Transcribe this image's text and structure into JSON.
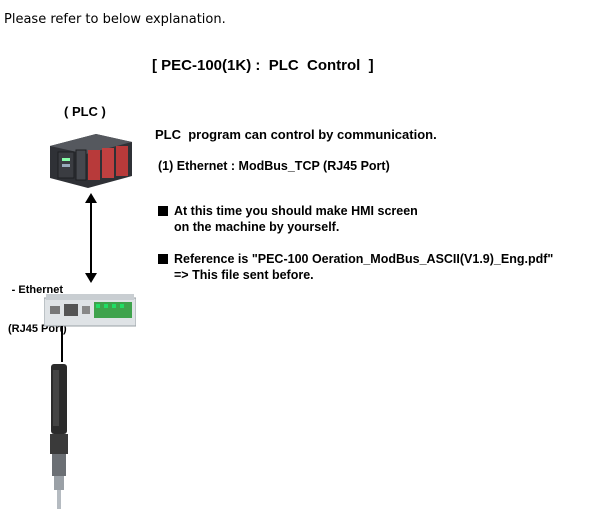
{
  "intro": "Please refer to below explanation.",
  "title": "[ PEC-100(1K) :  PLC  Control  ]",
  "plc_caption": "( PLC )",
  "ethernet_caption": [
    "- Ethernet",
    "(RJ45 Port)"
  ],
  "lines": {
    "program": "PLC  program can control by communication.",
    "ethernet": "(1) Ethernet : ModBus_TCP (RJ45 Port)",
    "hmi_1": "At this time you should make HMI screen",
    "hmi_2": "on the machine by yourself.",
    "reference_1": "Reference is \"PEC-100 Oeration_ModBus_ASCII(V1.9)_Eng.pdf\"",
    "reference_2": "=> This file sent before."
  },
  "icons": {
    "plc": "plc-device-icon",
    "controller": "controller-module-icon",
    "tool": "screwdriver-tool-icon",
    "arrow": "double-arrow-icon",
    "bullet": "black-square-bullet"
  },
  "colors": {
    "plc_body": "#3b3d42",
    "plc_accent": "#b83a3a",
    "module_body": "#dfe3e6",
    "module_green": "#3fa34d",
    "tool_body": "#2b2b2b"
  }
}
